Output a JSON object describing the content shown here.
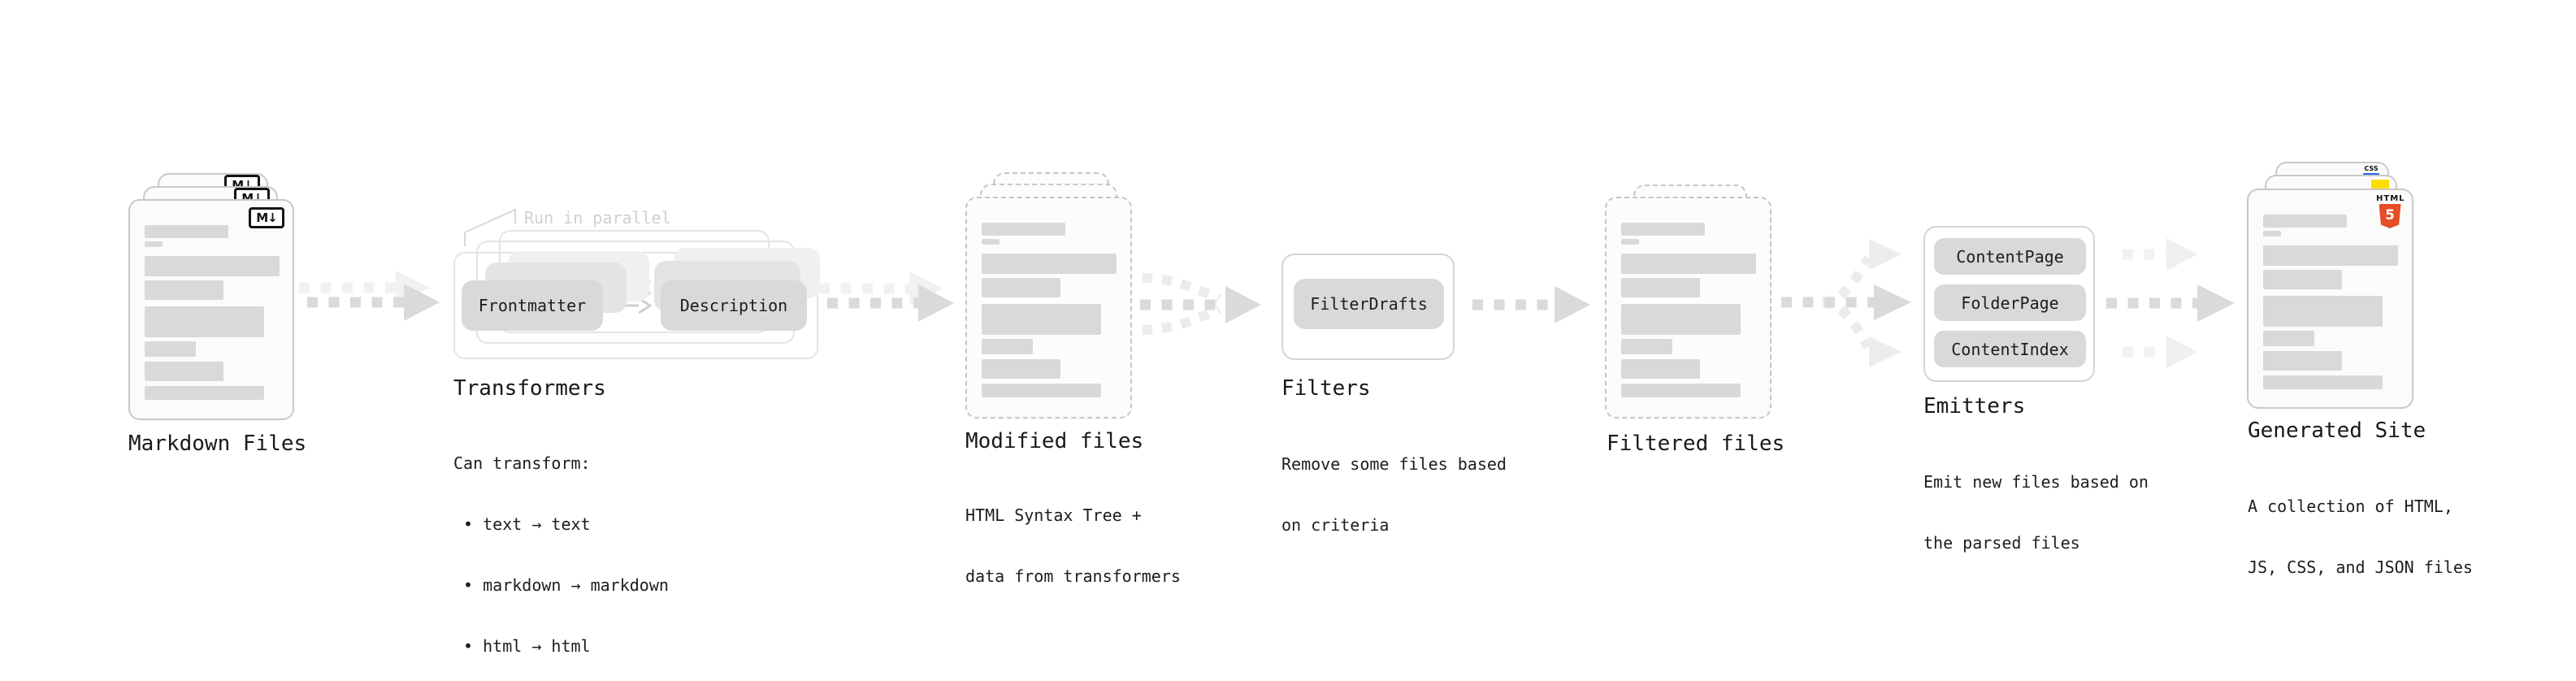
{
  "colors": {
    "chip_gray": "#d9d9d9",
    "card_border": "#c9c9c9",
    "skeleton_gray": "#d9d9d9",
    "arrow_gray": "#dadada",
    "arrow_light": "#f1f1f1",
    "text": "#191919",
    "muted_note": "#d0d0d0",
    "html5_orange": "#e44d26",
    "js_yellow": "#ffdf00",
    "css_blue": "#2965f1"
  },
  "stages": {
    "markdown": {
      "label": "Markdown Files",
      "icon": "M↓"
    },
    "transformers": {
      "label": "Transformers",
      "note": "Run in parallel",
      "chips": [
        "Frontmatter",
        "Description"
      ],
      "sub_lines": [
        "Can transform:",
        " • text → text",
        " • markdown → markdown",
        " • html → html"
      ]
    },
    "modified": {
      "label": "Modified files",
      "sub_lines": [
        "HTML Syntax Tree +",
        "data from transformers"
      ]
    },
    "filters": {
      "label": "Filters",
      "chip": "FilterDrafts",
      "sub_lines": [
        "Remove some files based",
        "on criteria"
      ]
    },
    "filtered": {
      "label": "Filtered files"
    },
    "emitters": {
      "label": "Emitters",
      "chips": [
        "ContentPage",
        "FolderPage",
        "ContentIndex"
      ],
      "sub_lines": [
        "Emit new files based on",
        "the parsed files"
      ]
    },
    "generated": {
      "label": "Generated Site",
      "sub_lines": [
        "A collection of HTML,",
        "JS, CSS, and JSON files"
      ],
      "badges": {
        "html": "HTML",
        "html_number": "5",
        "css": "CSS"
      }
    }
  }
}
